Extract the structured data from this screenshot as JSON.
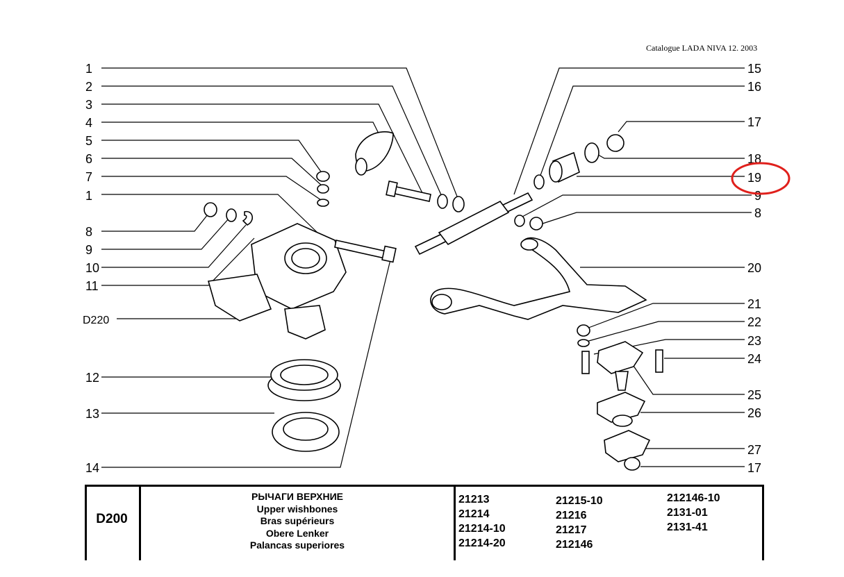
{
  "header": {
    "catalogue": "Catalogue LADA NIVA 12. 2003"
  },
  "callouts": {
    "left": [
      "1",
      "2",
      "3",
      "4",
      "5",
      "6",
      "7",
      "1",
      "8",
      "9",
      "10",
      "11",
      "D220",
      "12",
      "13",
      "14"
    ],
    "right": [
      "15",
      "16",
      "17",
      "18",
      "19",
      "9",
      "8",
      "20",
      "21",
      "22",
      "23",
      "24",
      "25",
      "26",
      "27",
      "17"
    ]
  },
  "highlight": {
    "label": "19",
    "color": "#e0201c"
  },
  "table": {
    "code": "D200",
    "titles": [
      "РЫЧАГИ ВЕРХНИЕ",
      "Upper wishbones",
      "Bras supérieurs",
      "Obere Lenker",
      "Palancas superiores"
    ],
    "models_col1": [
      "21213",
      "21214",
      "21214-10",
      "21214-20"
    ],
    "models_col2": [
      "21215-10",
      "21216",
      "21217",
      "212146"
    ],
    "models_col3": [
      "212146-10",
      "2131-01",
      "2131-41"
    ]
  }
}
